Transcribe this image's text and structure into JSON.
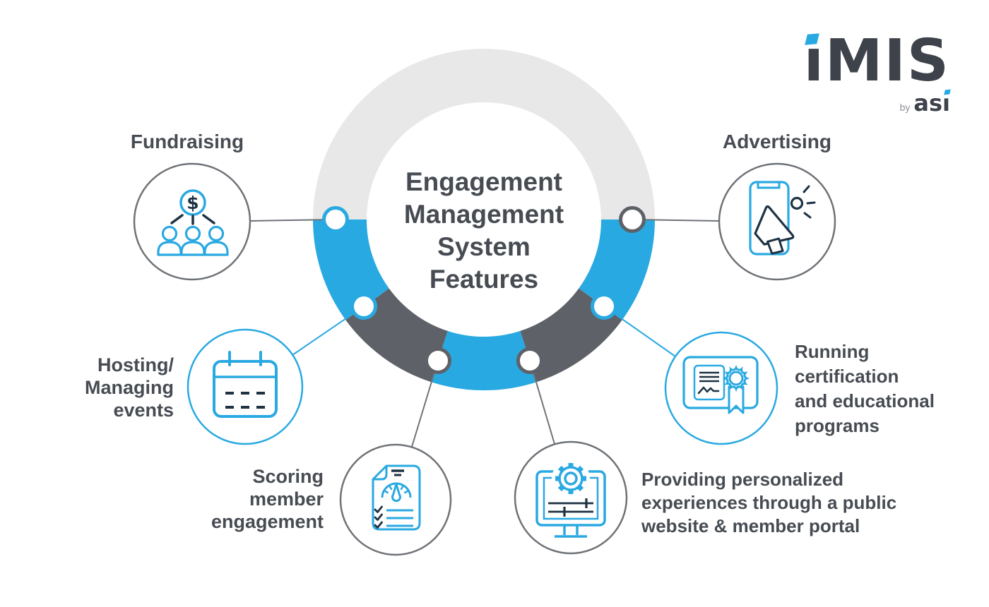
{
  "logo": {
    "name": "iMIS",
    "byline_prefix": "by",
    "byline_brand": "asi"
  },
  "center": {
    "title_lines": [
      "Engagement",
      "Management",
      "System",
      "Features"
    ]
  },
  "features": {
    "fundraising": {
      "label": "Fundraising",
      "icon": "dollar-people-icon",
      "icon_symbol": "$",
      "circle_color": "#6e7277"
    },
    "advertising": {
      "label": "Advertising",
      "icon": "megaphone-phone-icon",
      "circle_color": "#6e7277"
    },
    "hosting": {
      "lines": [
        "Hosting/",
        "Managing",
        "events"
      ],
      "icon": "calendar-icon",
      "circle_color": "#29a9e1"
    },
    "scoring": {
      "lines": [
        "Scoring",
        "member",
        "engagement"
      ],
      "icon": "gauge-document-icon",
      "circle_color": "#6e7277"
    },
    "providing": {
      "lines": [
        "Providing personalized",
        "experiences through a public",
        "website & member portal"
      ],
      "icon": "monitor-gear-icon",
      "circle_color": "#6e7277"
    },
    "certification": {
      "lines": [
        "Running",
        "certification",
        "and educational",
        "programs"
      ],
      "icon": "certificate-icon",
      "circle_color": "#29a9e1"
    }
  },
  "colors": {
    "blue": "#29a9e1",
    "ring_dark_gray": "#5e6268",
    "ring_light_gray": "#e8e8e8",
    "icon_navy": "#1d3243",
    "connector_gray": "#6e7277",
    "text": "#474c53",
    "logo_dark": "#3d424b",
    "byline_gray": "#8d9095",
    "background": "#ffffff"
  }
}
